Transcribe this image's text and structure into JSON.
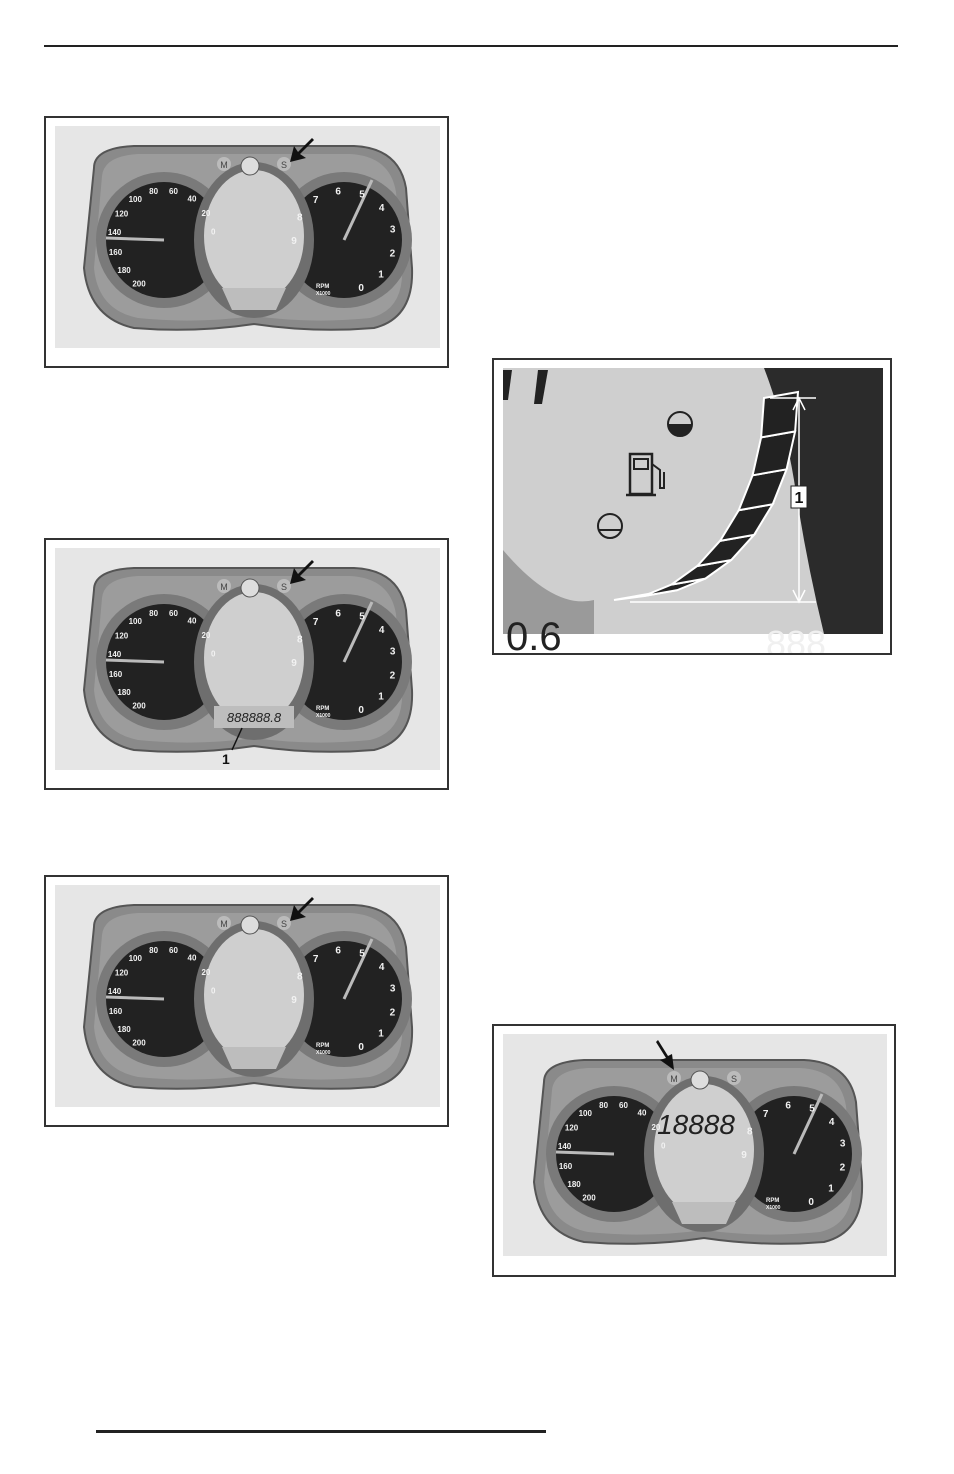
{
  "gauge_labels": {
    "speed_ticks": [
      "0",
      "20",
      "40",
      "60",
      "80",
      "100",
      "120",
      "140",
      "160",
      "180",
      "200"
    ],
    "rpm_ticks": [
      "0",
      "1",
      "2",
      "3",
      "4",
      "5",
      "6",
      "7",
      "8",
      "9"
    ],
    "rpm_unit": "RPM",
    "rpm_multiplier": "X1000",
    "mode_button": "M",
    "set_button": "S"
  },
  "figures": [
    {
      "id": "fig1",
      "arrow_target": "S",
      "display_text": "",
      "callout": ""
    },
    {
      "id": "fig2",
      "arrow_target": "S",
      "display_text": "888888.8",
      "callout": "1"
    },
    {
      "id": "fig3",
      "arrow_target": "S",
      "display_text": "",
      "callout": ""
    },
    {
      "id": "fig4",
      "arrow_target": "M",
      "display_text": "18888",
      "callout": ""
    }
  ],
  "fuel_figure": {
    "callout": "1",
    "fuel_segments": 8,
    "partial_digits_left": "0.6",
    "partial_digits_right": "888"
  }
}
